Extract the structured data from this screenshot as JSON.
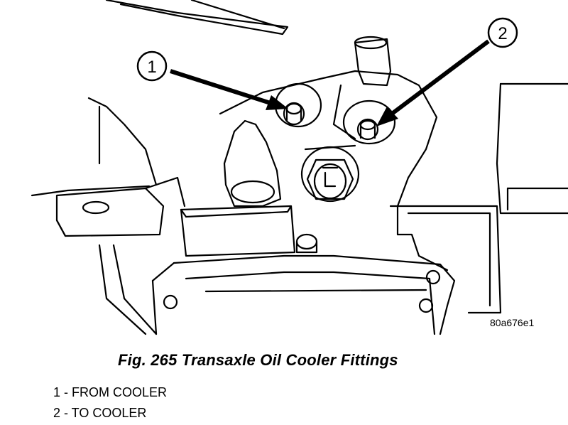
{
  "figure": {
    "callouts": [
      {
        "number": "1"
      },
      {
        "number": "2"
      }
    ],
    "reference_code": "80a676e1"
  },
  "caption": "Fig. 265 Transaxle Oil Cooler Fittings",
  "legend": [
    {
      "text": "1 - FROM COOLER"
    },
    {
      "text": "2 - TO COOLER"
    }
  ]
}
